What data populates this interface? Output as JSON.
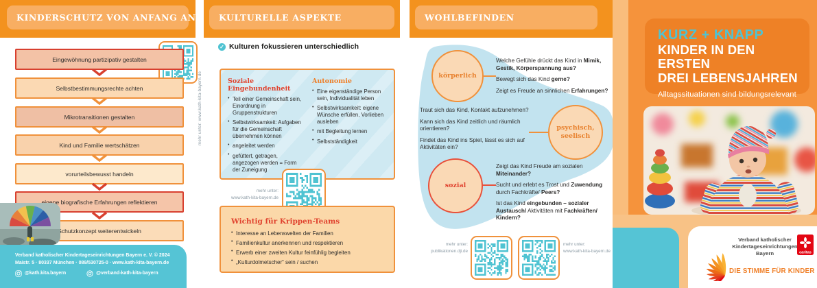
{
  "colors": {
    "accent_orange": "#F3921E",
    "accent_orange_light": "#F8AE62",
    "accent_red": "#E0432F",
    "teal": "#4FC3D2",
    "footer_teal": "#55C4D5",
    "light_blue": "#CFE9F2"
  },
  "panel_kinderschutz": {
    "title": "KINDERSCHUTZ VON ANFANG AN",
    "qr_caption_vertical": "mehr unter: www.kath-kita-bayern.de",
    "flow_boxes": [
      {
        "label": "Eingewöhnung partizipativ gestalten"
      },
      {
        "label": "Selbstbestimmungsrechte achten"
      },
      {
        "label": "Mikrotransitionen gestalten"
      },
      {
        "label": "Kind und Familie wertschätzen"
      },
      {
        "label": "vorurteilsbewusst handeln"
      },
      {
        "label": "eigene biografische Erfahrungen reflektieren"
      },
      {
        "label": "Schutzkonzept weiterentwickeln"
      }
    ],
    "footer": {
      "line1": "Verband katholischer Kindertageseinrichtungen Bayern e. V. © 2024",
      "line2": "Maistr. 5 · 80337 München · 089/530725-0 · www.kath-kita-bayern.de",
      "handle1": "@kath.kita.bayern",
      "handle2": "@verband-kath-kita-bayern"
    }
  },
  "panel_kultur": {
    "title": "KULTURELLE ASPEKTE",
    "statement": "Kulturen fokussieren unterschiedlich",
    "columns": [
      {
        "heading": "Soziale Eingebundenheit",
        "bullets": [
          "Teil einer Gemeinschaft sein, Einordnung in Gruppenstrukturen",
          "Selbstwirksamkeit: Aufgaben für die Gemeinschaft übernehmen können",
          "angeleitet werden",
          "gefüttert, getragen, angezogen werden = Form der Zuneigung"
        ]
      },
      {
        "heading": "Autonomie",
        "bullets": [
          "Eine eigenständige Person sein, Individualität leben",
          "Selbstwirksamkeit: eigene Wünsche erfüllen, Vorlieben ausleben",
          "mit Begleitung lernen",
          "Selbstständigkeit"
        ]
      }
    ],
    "qr_caption": {
      "label": "mehr unter:",
      "url": "www.kath-kita-bayern.de"
    },
    "krippen_box": {
      "heading": "Wichtig für Krippen-Teams",
      "bullets": [
        "Interesse an Lebenswelten der Familien",
        "Familienkultur anerkennen und respektieren",
        "Erwerb einer zweiten Kultur feinfühlig begleiten",
        "„Kulturdolmetscher“ sein / suchen"
      ]
    }
  },
  "panel_wohlbefinden": {
    "title": "WOHLBEFINDEN",
    "sections": [
      {
        "circle": "körperlich",
        "questions": [
          {
            "segs": [
              {
                "t": "Welche Gefühle drückt das Kind in ",
                "b": false
              },
              {
                "t": "Mimik, Gestik, Körperspannung aus?",
                "b": true
              }
            ]
          },
          {
            "segs": [
              {
                "t": "Bewegt sich das Kind ",
                "b": false
              },
              {
                "t": "gerne?",
                "b": true
              }
            ]
          },
          {
            "segs": [
              {
                "t": "Zeigt es Freude an sinnlichen ",
                "b": false
              },
              {
                "t": "Erfahrungen?",
                "b": true
              }
            ]
          }
        ]
      },
      {
        "circle": "psychisch, seelisch",
        "questions": [
          {
            "segs": [
              {
                "t": "Traut sich das Kind, Kontakt aufzunehmen?",
                "b": false
              }
            ]
          },
          {
            "segs": [
              {
                "t": "Kann sich das Kind zeitlich und räumlich orientieren?",
                "b": false
              }
            ]
          },
          {
            "segs": [
              {
                "t": "Findet das Kind ins Spiel, lässt es sich auf Aktivitäten ein?",
                "b": false
              }
            ]
          }
        ]
      },
      {
        "circle": "sozial",
        "questions": [
          {
            "segs": [
              {
                "t": "Zeigt das Kind Freude am sozialen ",
                "b": false
              },
              {
                "t": "Miteinander?",
                "b": true
              }
            ]
          },
          {
            "segs": [
              {
                "t": "Sucht und erlebt es Trost und ",
                "b": false
              },
              {
                "t": "Zuwendung",
                "b": true
              },
              {
                "t": " durch Fachkräfte/ ",
                "b": false
              },
              {
                "t": "Peers?",
                "b": true
              }
            ]
          },
          {
            "segs": [
              {
                "t": "Ist das Kind ",
                "b": false
              },
              {
                "t": "eingebunden – sozialer Austausch/",
                "b": true
              },
              {
                "t": " Aktivitäten mit ",
                "b": false
              },
              {
                "t": "Fachkräften/ Kindern?",
                "b": true
              }
            ]
          }
        ]
      }
    ],
    "qr1_caption": {
      "label": "mehr unter:",
      "url": "publikationen.dji.de"
    },
    "qr2_caption": {
      "label": "mehr unter:",
      "url": "www.kath-kita-bayern.de"
    }
  },
  "panel_cover": {
    "kicker": "KURZ + KNAPP",
    "title_line1": "KINDER IN DEN ERSTEN",
    "title_line2": "DREI LEBENSJAHREN",
    "subtitle": "Alltagssituationen sind bildungsrelevant",
    "logo": {
      "org_line1": "Verband katholischer",
      "org_line2": "Kindertageseinrichtungen",
      "org_line3": "Bayern",
      "caritas": "caritas",
      "tagline": "DIE STIMME FÜR KINDER"
    }
  }
}
